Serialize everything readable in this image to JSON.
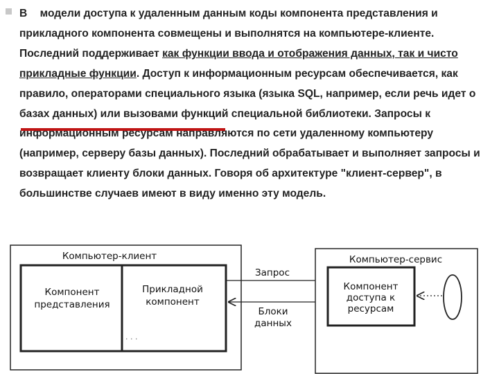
{
  "paragraph": {
    "lead": "В",
    "part1": "модели доступа к удаленным данным коды компонента представления и прикладного компонента совмещены и выполнятся на компьютере-клиенте. Последний поддерживает",
    "underlined": "как функции ввода и отображения данных, так и чисто прикладные функции",
    "part2": ". Доступ к информационным ресурсам обеспечивается, как правило, операторами специального языка (языка SQL, например, если речь идет о базах данных) или вызовами функций специальной библиотеки. Запросы к информационным ресурсам направляются по сети удаленному компьютеру (например, серверу базы данных). Последний обрабатывает и выполняет запросы и возвращает клиенту блоки данных. Говоря об архитектуре \"клиент-сервер\", в большинстве случаев имеют в виду именно эту модель."
  },
  "diagram": {
    "client_title": "Компьютер-клиент",
    "presentation": [
      "Компонент",
      "представления"
    ],
    "application": [
      "Прикладной",
      "компонент"
    ],
    "request": "Запрос",
    "data_blocks": [
      "Блоки",
      "данных"
    ],
    "server_title": "Компьютер-сервис",
    "access": [
      "Компонент",
      "доступа к",
      "ресурсам"
    ]
  }
}
